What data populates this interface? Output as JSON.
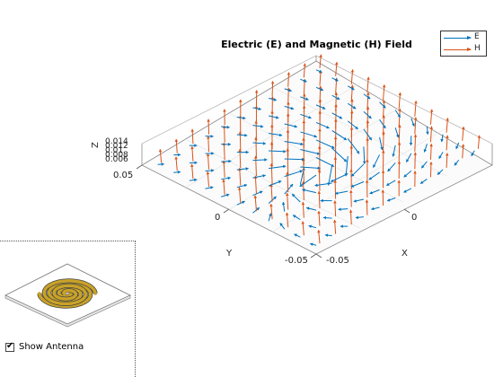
{
  "plot": {
    "title": "Electric (E) and Magnetic (H) Field",
    "x_axis_label": "X",
    "y_axis_label": "Y",
    "z_axis_label": "Z",
    "x_ticks": [
      "0",
      "-0.05"
    ],
    "y_ticks": [
      "0.05",
      "0",
      "-0.05"
    ],
    "z_ticks": [
      "0.014",
      "0.012",
      "0.01",
      "0.008",
      "0.006"
    ]
  },
  "legend": {
    "items": [
      {
        "label": "E",
        "color": "#0072BD"
      },
      {
        "label": "H",
        "color": "#D95319"
      }
    ]
  },
  "inset": {
    "show_antenna_label": "Show Antenna",
    "show_antenna_checked": true,
    "antenna_color": "#C9A227"
  }
}
